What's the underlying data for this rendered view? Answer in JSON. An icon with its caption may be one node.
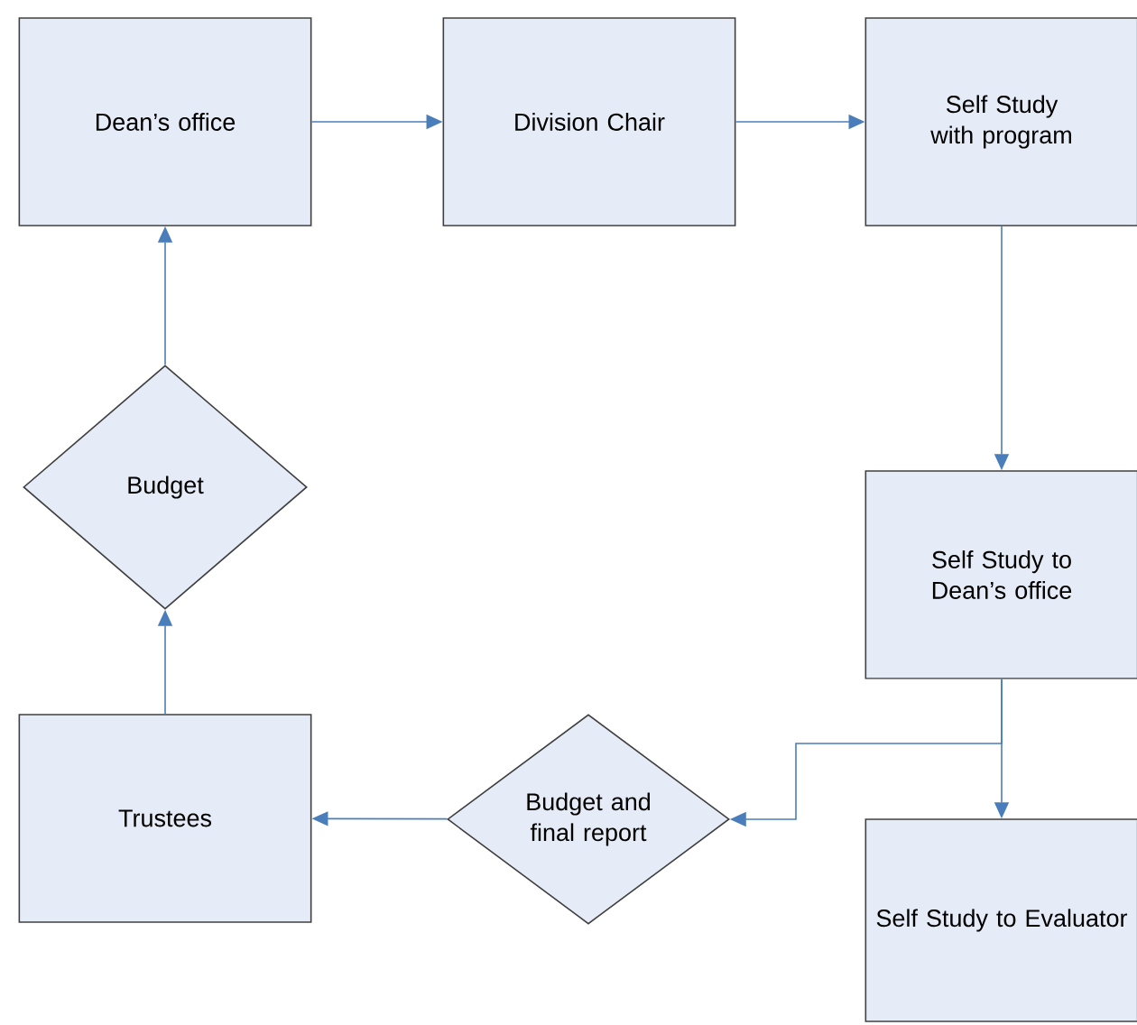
{
  "diagram": {
    "nodes": [
      {
        "text": [
          "Dean’s office"
        ]
      },
      {
        "text": [
          "Division Chair"
        ]
      },
      {
        "text": [
          "Self Study with program"
        ]
      },
      {
        "text": [
          "Budget"
        ]
      },
      {
        "text": [
          "Self Study to Dean’s office"
        ]
      },
      {
        "text": [
          "Trustees"
        ]
      },
      {
        "text": [
          "Budget and final report"
        ]
      },
      {
        "text": [
          "Self Study to Evaluator"
        ]
      }
    ],
    "edges": [
      {
        "from": 0,
        "to": 1,
        "arrow": "to"
      },
      {
        "from": 1,
        "to": 2,
        "arrow": "to"
      },
      {
        "from": 2,
        "to": 4,
        "arrow": "to"
      },
      {
        "from": 4,
        "to": 7,
        "arrow": "to"
      },
      {
        "from": 4,
        "to": 6,
        "arrow": "to"
      },
      {
        "from": 6,
        "to": 5,
        "arrow": "to"
      },
      {
        "from": 5,
        "to": 3,
        "arrow": "to"
      },
      {
        "from": 3,
        "to": 0,
        "arrow": "to"
      }
    ]
  }
}
